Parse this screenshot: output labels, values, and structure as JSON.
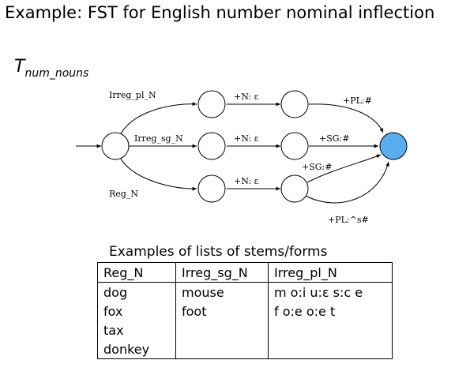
{
  "slide": {
    "title": "Example: FST for English number nominal inflection",
    "transducer_symbol": "T",
    "transducer_subscript": "num_nouns"
  },
  "fst": {
    "colors": {
      "final_state_fill": "#5aaef0",
      "state_fill": "#ffffff",
      "stroke": "#000000"
    },
    "edge_labels": {
      "irreg_pl": "Irreg_pl_N",
      "irreg_sg": "Irreg_sg_N",
      "reg": "Reg_N",
      "n_eps_top": "+N: ε",
      "n_eps_mid": "+N: ε",
      "n_eps_bot": "+N: ε",
      "pl_top": "+PL:#",
      "sg_mid": "+SG:#",
      "sg_bot": "+SG:#",
      "pl_bot": "+PL:^s#"
    }
  },
  "table": {
    "caption": "Examples of lists of stems/forms",
    "headers": [
      "Reg_N",
      "Irreg_sg_N",
      "Irreg_pl_N"
    ],
    "rows": [
      [
        "dog",
        "mouse",
        "m o:i u:ε s:c e"
      ],
      [
        "fox",
        "foot",
        "f o:e o:e t"
      ],
      [
        "tax",
        "",
        ""
      ],
      [
        "donkey",
        "",
        ""
      ]
    ]
  }
}
